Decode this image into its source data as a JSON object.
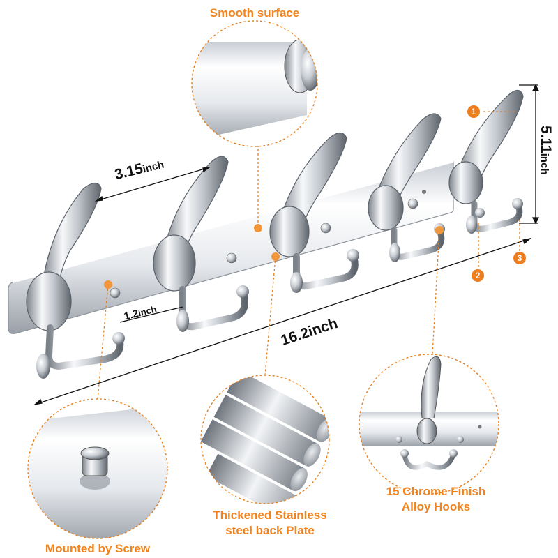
{
  "labels": {
    "smooth_surface": "Smooth surface",
    "mounted_by_screw": "Mounted by Screw",
    "plate_line1": "Thickened Stainless",
    "plate_line2": "steel back Plate",
    "hooks_line1": "15 Chrome Finish",
    "hooks_line2": "Alloy Hooks"
  },
  "dimensions": {
    "hook_spacing_value": "3.15",
    "hook_spacing_unit": "inch",
    "screw_spacing_value": "1.2",
    "screw_spacing_unit": "inch",
    "length_value": "16.2",
    "length_unit": "inch",
    "height_value": "5.11",
    "height_unit": "inch"
  },
  "badges": [
    "1",
    "2",
    "3"
  ],
  "colors": {
    "accent": "#f0831e",
    "dimension_text": "#111111",
    "chrome_light": "#f4f6f9",
    "chrome_dark": "#6e747c"
  }
}
